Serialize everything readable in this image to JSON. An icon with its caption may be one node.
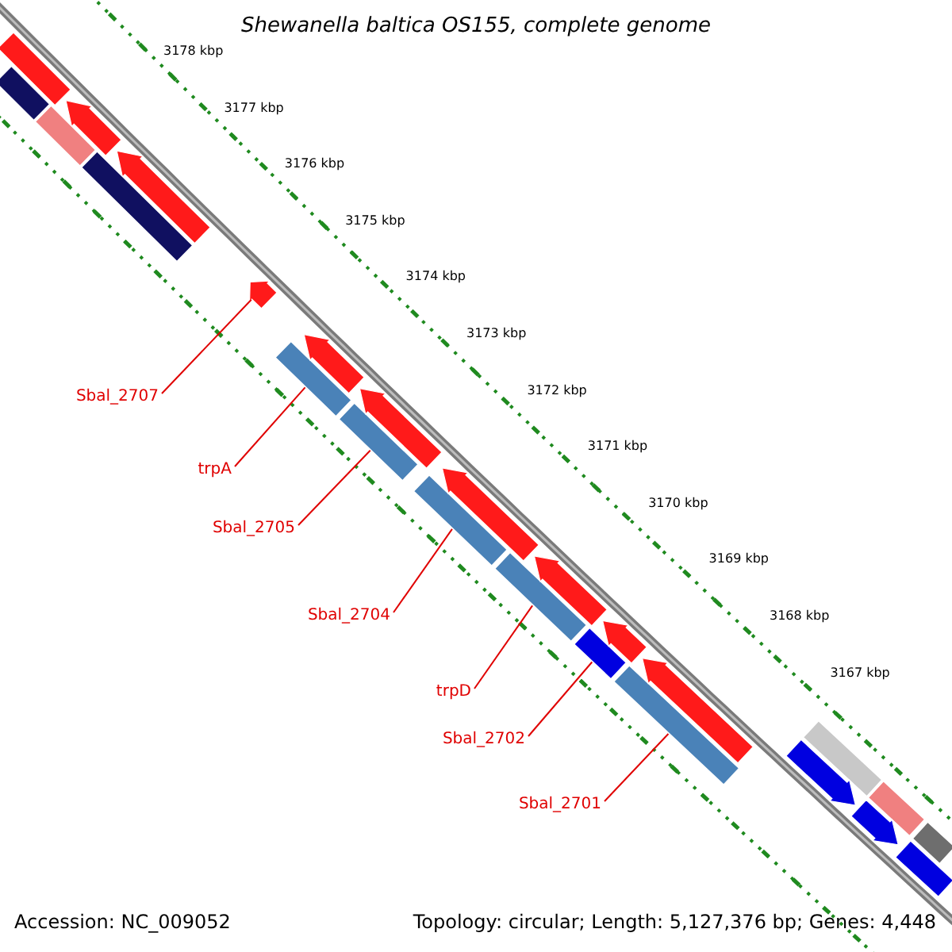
{
  "diagram": {
    "title": "Shewanella baltica OS155, complete genome",
    "nodes": [
      {
        "text": [
          "Sbal_2707"
        ]
      },
      {
        "text": [
          "trpA"
        ]
      },
      {
        "text": [
          "Sbal_2705"
        ]
      },
      {
        "text": [
          "Sbal_2704"
        ]
      },
      {
        "text": [
          "trpD"
        ]
      },
      {
        "text": [
          "Sbal_2702"
        ]
      },
      {
        "text": [
          "Sbal_2701"
        ]
      },
      {
        "text": [],
        "shape": "arrow"
      },
      {
        "text": [],
        "shape": "bar"
      },
      {
        "text": [],
        "shape": "bar"
      },
      {
        "text": [],
        "shape": "bar"
      },
      {
        "text": [],
        "shape": "bar"
      },
      {
        "text": [],
        "shape": "bar"
      },
      {
        "text": [],
        "shape": "bar"
      },
      {
        "text": [],
        "shape": "bar"
      },
      {
        "text": [],
        "shape": "arrow"
      },
      {
        "text": [],
        "shape": "arrow"
      },
      {
        "text": [],
        "shape": "arrow"
      },
      {
        "text": [],
        "shape": "arrow"
      },
      {
        "text": [],
        "shape": "arrow"
      },
      {
        "text": [],
        "shape": "arrow"
      },
      {
        "text": [],
        "shape": "arrow"
      },
      {
        "text": [],
        "shape": "arrow"
      },
      {
        "text": [],
        "shape": "bar"
      },
      {
        "text": [],
        "shape": "bar"
      },
      {
        "text": [],
        "shape": "bar"
      },
      {
        "text": [],
        "shape": "bar"
      },
      {
        "text": [],
        "shape": "bar"
      },
      {
        "text": [],
        "shape": "bar"
      },
      {
        "text": [],
        "shape": "arrow"
      },
      {
        "text": [],
        "shape": "arrow"
      },
      {
        "text": [],
        "shape": "bar"
      }
    ],
    "edges": [
      {
        "from": 0,
        "to": 7,
        "arrow": "none"
      },
      {
        "from": 1,
        "to": 8,
        "arrow": "none"
      },
      {
        "from": 2,
        "to": 9,
        "arrow": "none"
      },
      {
        "from": 3,
        "to": 10,
        "arrow": "none"
      },
      {
        "from": 4,
        "to": 11,
        "arrow": "none"
      },
      {
        "from": 5,
        "to": 12,
        "arrow": "none"
      },
      {
        "from": 6,
        "to": 13,
        "arrow": "none"
      }
    ],
    "labels": [
      "3178 kbp",
      "3177 kbp",
      "3176 kbp",
      "3175 kbp",
      "3174 kbp",
      "3173 kbp",
      "3172 kbp",
      "3171 kbp",
      "3170 kbp",
      "3169 kbp",
      "3168 kbp",
      "3167 kbp",
      "Accession: NC_009052",
      "Topology: circular; Length: 5,127,376 bp; Genes: 4,448"
    ]
  }
}
